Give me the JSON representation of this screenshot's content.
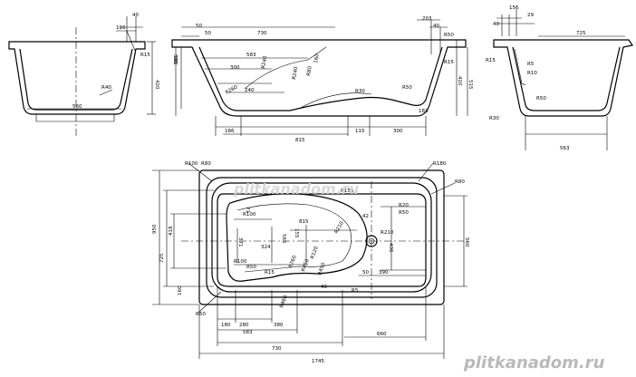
{
  "labels": {
    "left_top": [
      "40",
      "116",
      "R15",
      "420",
      "R40",
      "560"
    ],
    "center_top": [
      "50",
      "50",
      "730",
      "583",
      "300",
      "240",
      "R240",
      "R240",
      "R80",
      "160",
      "R260",
      "R30",
      "R50",
      "595",
      "385",
      "420",
      "515",
      "R50",
      "R15",
      "203",
      "40",
      "166",
      "815",
      "115",
      "300",
      "183"
    ],
    "right_top": [
      "40",
      "156",
      "29",
      "725",
      "R15",
      "R5",
      "R10",
      "R50",
      "R30",
      "563"
    ],
    "plan": [
      "R100",
      "R80",
      "R180",
      "R80",
      "R20",
      "R50",
      "R155",
      "R100",
      "815",
      "42",
      "R210",
      "R210",
      "371",
      "324",
      "565",
      "155",
      "R120",
      "R100",
      "R15",
      "R50",
      "R50",
      "180",
      "280",
      "583",
      "380",
      "R460",
      "R760",
      "R450",
      "R450",
      "730",
      "1745",
      "660",
      "43",
      "390",
      "436",
      "560",
      "950",
      "725",
      "418",
      "160",
      "R5",
      "50",
      "71"
    ]
  },
  "watermarks": {
    "center": "plitkanadom.ru",
    "corner": "plitkanadom.ru"
  }
}
